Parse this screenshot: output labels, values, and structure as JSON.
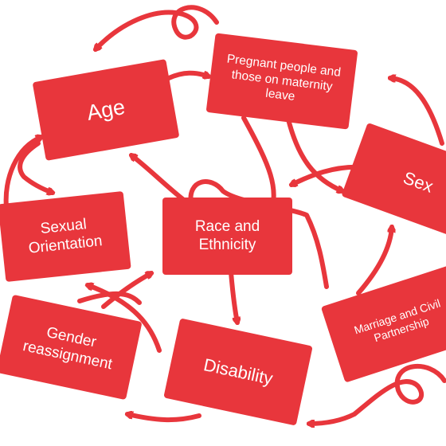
{
  "colors": {
    "accent": "#e8363c",
    "background": "#ffffff"
  },
  "nodes": {
    "age": {
      "label": "Age"
    },
    "pregnancy": {
      "label": "Pregnant people and those on maternity leave"
    },
    "sex": {
      "label": "Sex"
    },
    "race": {
      "label": "Race and Ethnicity"
    },
    "sexual_orientation": {
      "label": "Sexual Orientation"
    },
    "marriage": {
      "label": "Marriage and Civil Partnership"
    },
    "gender_reassignment": {
      "label": "Gender reassignment"
    },
    "disability": {
      "label": "Disability"
    }
  }
}
